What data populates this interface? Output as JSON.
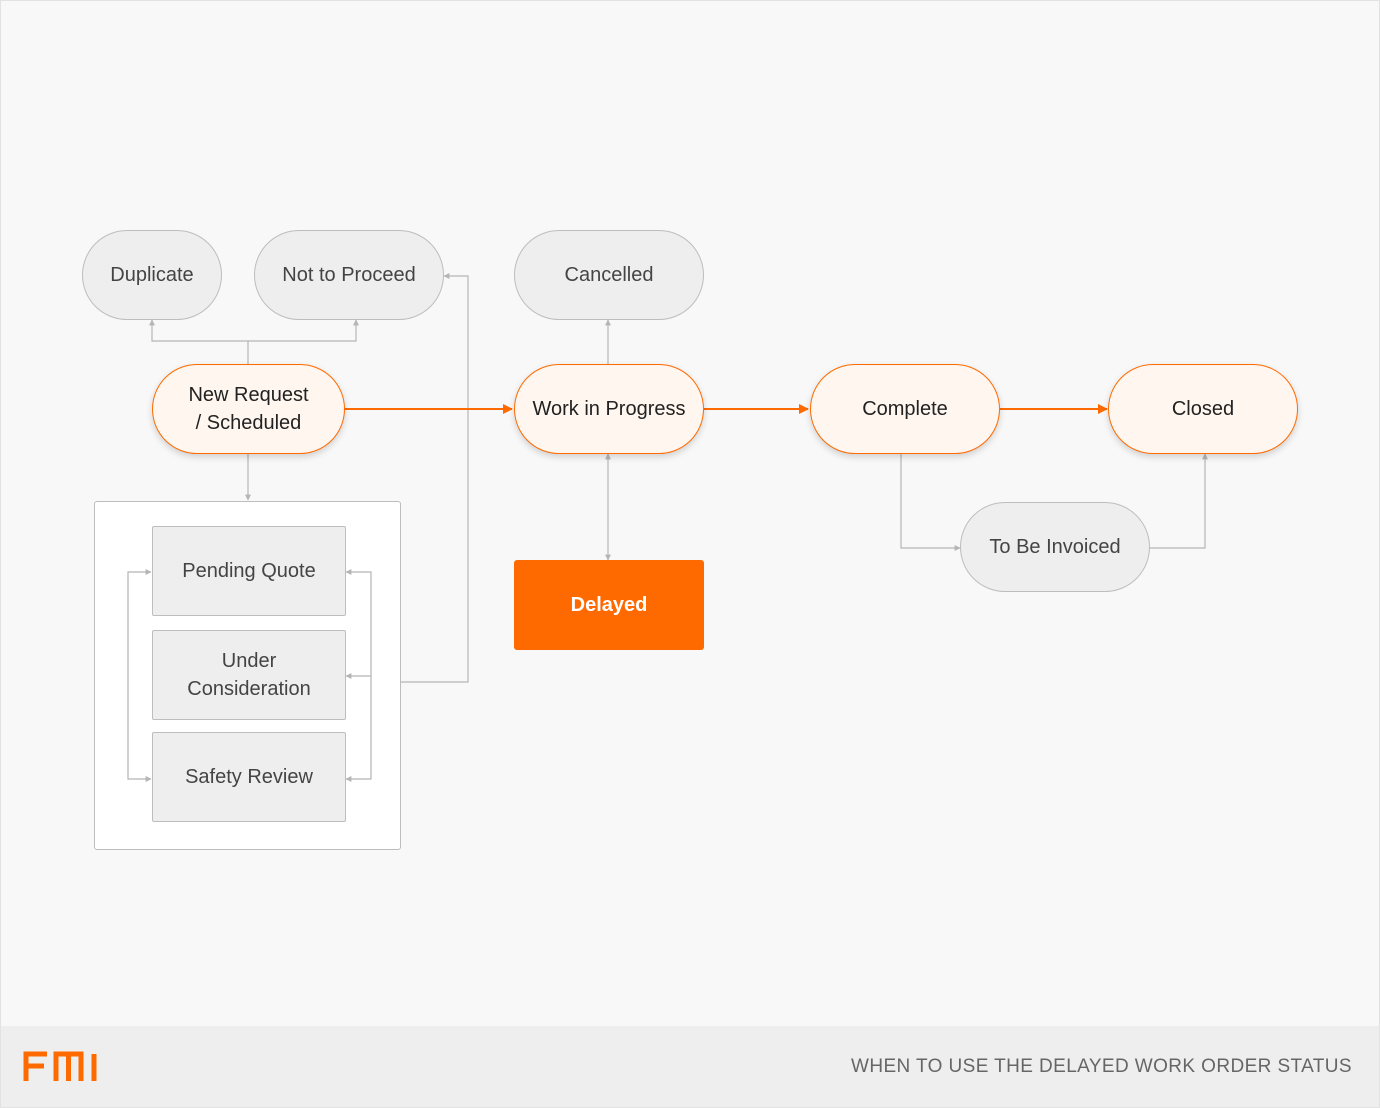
{
  "diagram": {
    "nodes": {
      "duplicate": "Duplicate",
      "not_to_proceed": "Not to Proceed",
      "cancelled": "Cancelled",
      "new_request_line1": "New Request",
      "new_request_line2": "/ Scheduled",
      "work_in_progress": "Work in Progress",
      "complete": "Complete",
      "closed": "Closed",
      "to_be_invoiced": "To Be Invoiced",
      "delayed": "Delayed",
      "pending_quote": "Pending Quote",
      "under_consideration_line1": "Under",
      "under_consideration_line2": "Consideration",
      "safety_review": "Safety Review"
    },
    "colors": {
      "accent": "#ff6a00",
      "connector": "#b5b5b5",
      "grey_node_fill": "#eeeeee",
      "orange_node_fill": "#fff6ef"
    }
  },
  "footer": {
    "logo_text": "FMI",
    "title": "WHEN TO USE THE DELAYED WORK ORDER STATUS"
  }
}
